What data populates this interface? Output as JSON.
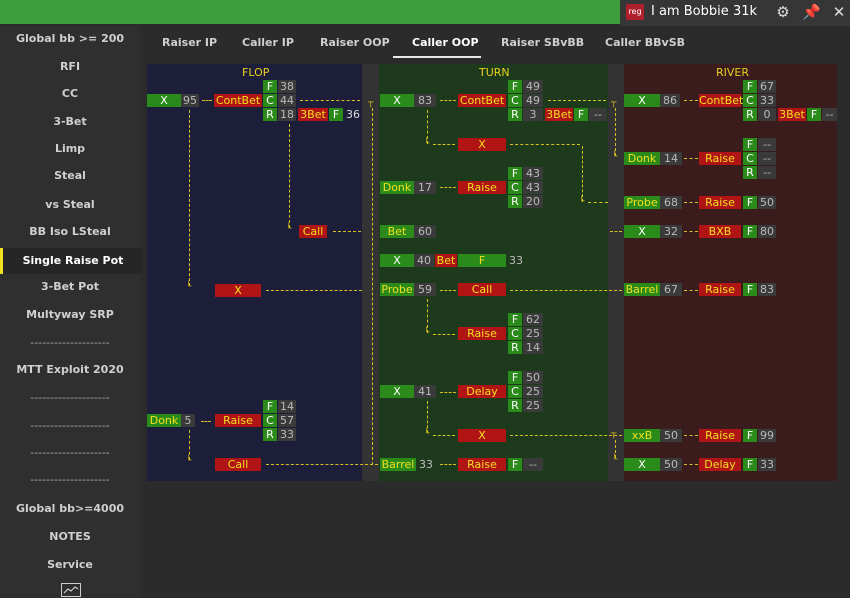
{
  "header": {
    "badge": "reg",
    "username": "I am Bobbie",
    "stack": "31k",
    "icons": [
      "gear-icon",
      "pin-icon",
      "close-icon"
    ]
  },
  "sidebar": {
    "items": [
      "Global bb >= 200",
      "RFI",
      "CC",
      "3-Bet",
      "Limp",
      "Steal",
      "vs Steal",
      "BB Iso LSteal",
      "Single Raise Pot",
      "3-Bet Pot",
      "Multyway SRP"
    ],
    "selected": "Single Raise Pot",
    "separator": "--------------------",
    "mtt": "MTT Exploit 2020",
    "bottom": [
      "Global bb>=4000",
      "NOTES",
      "Service"
    ],
    "chart_icon": "chart-icon"
  },
  "tabs": [
    "Raiser IP",
    "Caller IP",
    "Raiser OOP",
    "Caller OOP",
    "Raiser SBvBB",
    "Caller BBvSB"
  ],
  "active_tab": "Caller OOP",
  "streets": {
    "flop": "FLOP",
    "turn": "TURN",
    "river": "RIVER"
  },
  "flop": {
    "x_label": "X",
    "x_val": "95",
    "contbet": "ContBet",
    "fcr": [
      "F",
      "C",
      "R"
    ],
    "fcr_vals": [
      "38",
      "44",
      "18"
    ],
    "threebet": "3Bet",
    "threebet_f": "F",
    "threebet_val": "36",
    "call": "Call",
    "x2": "X",
    "donk": "Donk",
    "donk_val": "5",
    "raise": "Raise",
    "raise_fcr": [
      "F",
      "C",
      "R"
    ],
    "raise_vals": [
      "14",
      "57",
      "33"
    ],
    "call2": "Call"
  },
  "turn": {
    "x_label": "X",
    "x_val": "83",
    "contbet": "ContBet",
    "fcr": [
      "F",
      "C",
      "R"
    ],
    "fcr_vals": [
      "49",
      "49",
      "3"
    ],
    "threebet": "3Bet",
    "threebet_f": "F",
    "threebet_val": "--",
    "x2": "X",
    "donk": "Donk",
    "donk_val": "17",
    "donk_raise": "Raise",
    "donk_fcr": [
      "F",
      "C",
      "R"
    ],
    "donk_vals": [
      "43",
      "43",
      "20"
    ],
    "bet": "Bet",
    "bet_val": "60",
    "x3": "X",
    "x3_val": "40",
    "bet2": "Bet",
    "bet2_f": "F",
    "bet2_val": "33",
    "probe": "Probe",
    "probe_val": "59",
    "probe_call": "Call",
    "raise2": "Raise",
    "raise2_fcr": [
      "F",
      "C",
      "R"
    ],
    "raise2_vals": [
      "62",
      "25",
      "14"
    ],
    "x4": "X",
    "x4_val": "41",
    "delay": "Delay",
    "delay_fcr": [
      "F",
      "C",
      "R"
    ],
    "delay_vals": [
      "50",
      "25",
      "25"
    ],
    "x5": "X",
    "barrel": "Barrel",
    "barrel_val": "33",
    "barrel_raise": "Raise",
    "barrel_f": "F",
    "barrel_f_val": "--"
  },
  "river": {
    "x_label": "X",
    "x_val": "86",
    "contbet": "ContBet",
    "fcr": [
      "F",
      "C",
      "R"
    ],
    "fcr_vals": [
      "67",
      "33",
      "0"
    ],
    "threebet": "3Bet",
    "threebet_f": "F",
    "threebet_val": "--",
    "donk": "Donk",
    "donk_val": "14",
    "donk_raise": "Raise",
    "donk_fcr": [
      "F",
      "C",
      "R"
    ],
    "donk_vals": [
      "--",
      "--",
      "--"
    ],
    "probe": "Probe",
    "probe_val": "68",
    "probe_raise": "Raise",
    "probe_f": "F",
    "probe_f_val": "50",
    "x2": "X",
    "x2_val": "32",
    "bxb": "BXB",
    "bxb_f": "F",
    "bxb_val": "80",
    "barrel": "Barrel",
    "barrel_val": "67",
    "barrel_raise": "Raise",
    "barrel_f": "F",
    "barrel_f_val": "83",
    "xxb": "xxB",
    "xxb_val": "50",
    "xxb_raise": "Raise",
    "xxb_f": "F",
    "xxb_f_val": "99",
    "x3": "X",
    "x3_val": "50",
    "delay": "Delay",
    "delay_f": "F",
    "delay_f_val": "33"
  },
  "colors": {
    "green": "#2a8a1a",
    "red": "#b01414",
    "yellow": "#f0e020",
    "flop_bg": "#1c1e3a",
    "turn_bg": "#1e3a1c",
    "river_bg": "#3a1c1c"
  }
}
